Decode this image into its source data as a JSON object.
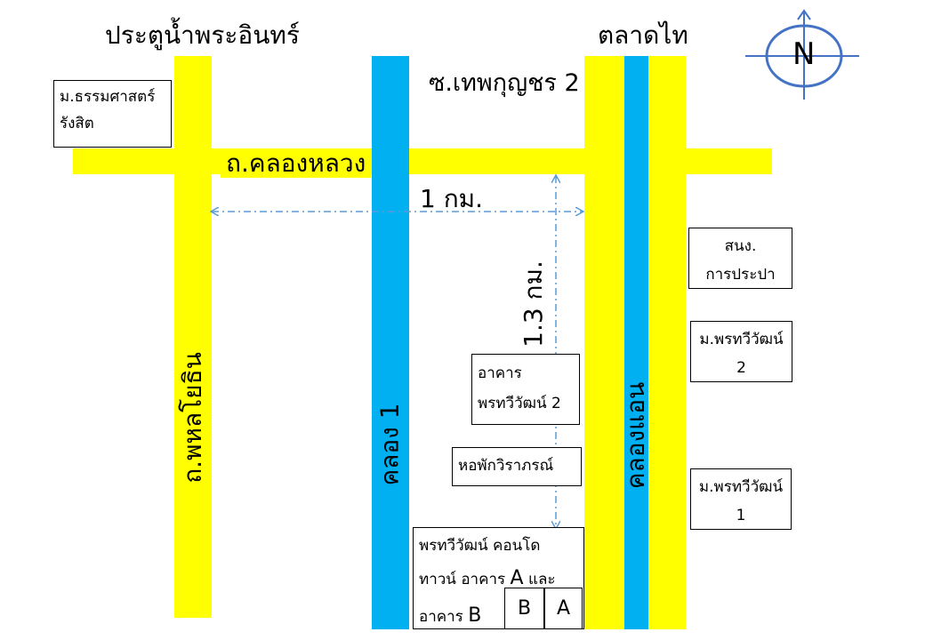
{
  "labels": {
    "pratu_nam": "ประตูน้ำพระอินทร์",
    "talad_thai": "ตลาดไท",
    "soi_thep": "ซ.เทพกุญชร 2",
    "khlong_luang_road": "ถ.คลองหลวง",
    "phahon_road": "ถ.พหลโยธิน",
    "khlong_1": "คลอง 1",
    "khlong_aen": "คลองแอน",
    "dist_1km": "1 กม.",
    "dist_13km": "1.3 กม."
  },
  "compass": {
    "letter": "N"
  },
  "boxes": {
    "thammasat": [
      "ม.ธรรมศาสตร์",
      "รังสิต"
    ],
    "waterworks": [
      "สนง.",
      "การประปา"
    ],
    "pornthawee2": [
      "ม.พรทวีวัฒน์",
      "2"
    ],
    "pornthawee1": [
      "ม.พรทวีวัฒน์",
      "1"
    ],
    "building2": [
      "อาคาร",
      "พรทวีวัฒน์ 2"
    ],
    "dorm": [
      "หอพักวิราภรณ์"
    ],
    "condo": {
      "line1": "พรทวีวัฒน์ คอนโด",
      "line2_a": "ทาวน์ อาคาร ",
      "line2_b": "A",
      "line2_c": " และ",
      "line3_a": "อาคาร ",
      "line3_b": "B",
      "sub_b": "B",
      "sub_a": "A"
    }
  },
  "colors": {
    "road": "#ffff00",
    "canal": "#00b0f0",
    "measure": "#5b9bd5",
    "compass": "#4472c4"
  }
}
